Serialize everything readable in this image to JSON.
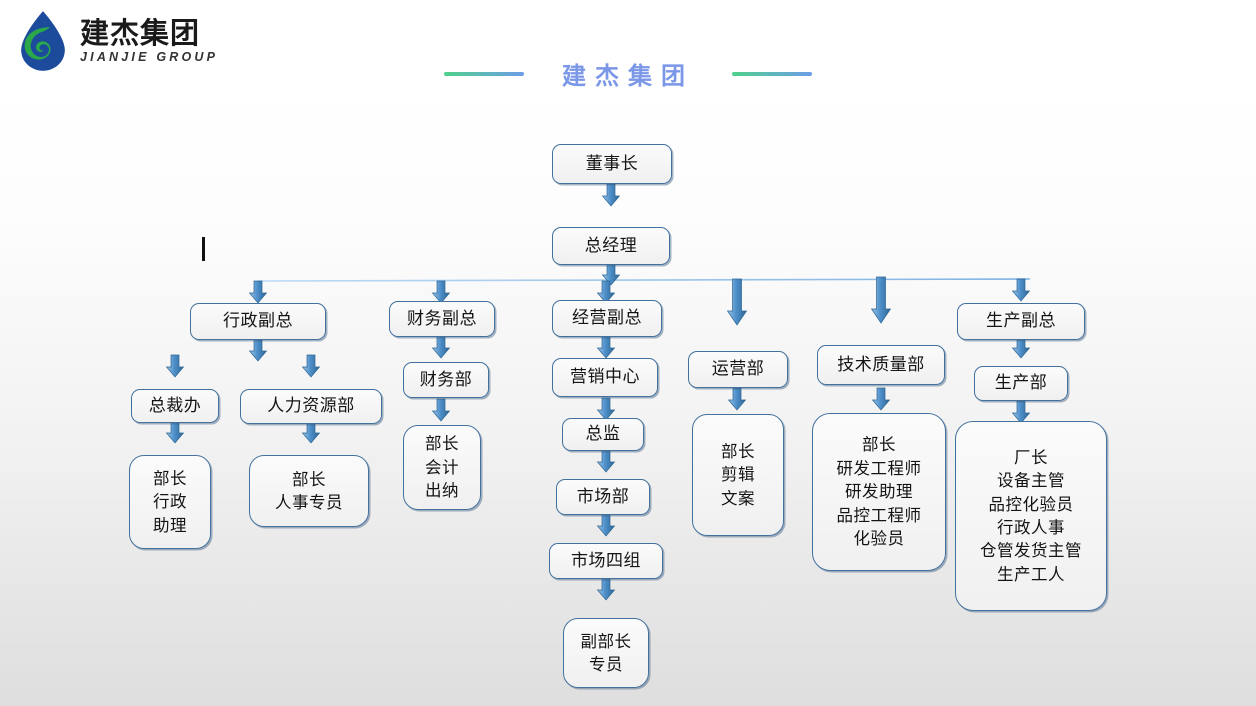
{
  "header": {
    "logo_cn": "建杰集团",
    "logo_en": "JIANJIE GROUP",
    "logo_icon": "water-droplet-logo",
    "title": "建杰集团",
    "colors": {
      "logo_blue": "#1c4b9c",
      "logo_green": "#2aa84a",
      "title": "#7b97e8",
      "rule_from": "#4fd18b",
      "rule_to": "#6d9de8"
    }
  },
  "chart": {
    "type": "org-chart",
    "node_border_color": "#43719e",
    "arrow_color": "#4f90cb",
    "connector_color": "#8bb9e6",
    "nodes": {
      "chairman": "董事长",
      "general_manager": "总经理",
      "vp_admin": "行政副总",
      "vp_finance": "财务副总",
      "vp_operations": "经营副总",
      "dept_operations": "运营部",
      "dept_tech_quality": "技术质量部",
      "vp_production": "生产副总",
      "office_president": "总裁办",
      "dept_hr": "人力资源部",
      "dept_finance": "财务部",
      "marketing_center": "营销中心",
      "director": "总监",
      "dept_market": "市场部",
      "market_group_four": "市场四组",
      "dept_production": "生产部",
      "roles_admin": "部长\n行政\n助理",
      "roles_hr": "部长\n人事专员",
      "roles_finance": "部长\n会计\n出纳",
      "roles_market_sub": "副部长\n专员",
      "roles_operations": "部长\n剪辑\n文案",
      "roles_tech_quality": "部长\n研发工程师\n研发助理\n品控工程师\n化验员",
      "roles_production": "厂长\n设备主管\n品控化验员\n行政人事\n仓管发货主管\n生产工人"
    }
  }
}
